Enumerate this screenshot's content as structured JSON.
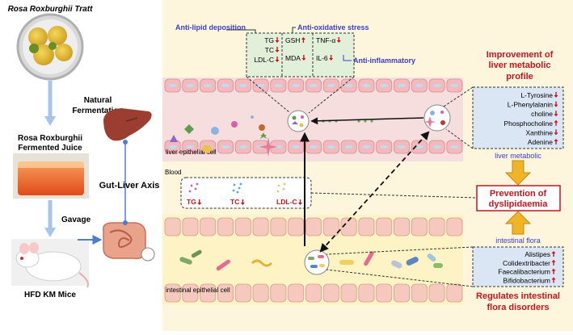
{
  "left": {
    "source_title": "Rosa Roxburghii Tratt",
    "process_1_line1": "Natural",
    "process_1_line2": "Fermentation",
    "juice_line1": "Rosa Roxburghii",
    "juice_line2": "Fermented Juice",
    "process_2": "Gavage",
    "mice_label": "HFD KM Mice",
    "axis_label": "Gut-Liver Axis"
  },
  "liver": {
    "tissue_label": "liver epithelial cell",
    "anti_lipid": "Anti-lipid deposition",
    "anti_oxidative": "Anti-oxidative stress",
    "anti_inflammatory": "Anti-inflammatory",
    "markers_lipid": [
      {
        "name": "TG",
        "dir": "down"
      },
      {
        "name": "TC",
        "dir": "down"
      },
      {
        "name": "LDL-C",
        "dir": "down"
      }
    ],
    "markers_oxidative": [
      {
        "name": "GSH",
        "dir": "up"
      },
      {
        "name": "MDA",
        "dir": "down"
      }
    ],
    "markers_inflammatory": [
      {
        "name": "TNF-α",
        "dir": "down"
      },
      {
        "name": "IL-6",
        "dir": "down"
      }
    ]
  },
  "metabolic": {
    "title_line1": "Improvement of",
    "title_line2": "liver metabolic",
    "title_line3": "profile",
    "items": [
      {
        "name": "L-Tyrosine",
        "dir": "down"
      },
      {
        "name": "L-Phenylalanin",
        "dir": "down"
      },
      {
        "name": "choline",
        "dir": "down"
      },
      {
        "name": "Phosphocholine",
        "dir": "up"
      },
      {
        "name": "Xanthine",
        "dir": "down"
      },
      {
        "name": "Adenine",
        "dir": "up"
      }
    ],
    "caption": "liver metabolic"
  },
  "blood": {
    "label": "Blood",
    "markers": [
      {
        "name": "TG",
        "dir": "down"
      },
      {
        "name": "TC",
        "dir": "down"
      },
      {
        "name": "LDL-C",
        "dir": "down"
      }
    ]
  },
  "center": {
    "line1": "Prevention of",
    "line2": "dyslipidaemia"
  },
  "flora": {
    "caption": "intestinal flora",
    "items": [
      {
        "name": "Alistipes",
        "dir": "up"
      },
      {
        "name": "Colidextribacter",
        "dir": "up"
      },
      {
        "name": "Faecalibacterium",
        "dir": "up"
      },
      {
        "name": "Bifidobacterium",
        "dir": "up"
      }
    ],
    "title_line1": "Regulates intestinal",
    "title_line2": "flora disorders"
  },
  "intestine": {
    "tissue_label": "intestinal epithelial cell"
  },
  "colors": {
    "panel": "#fdf6dc",
    "liver_tissue": "#f7dede",
    "gut_tissue": "#fdf3c4",
    "title_red": "#c8141e",
    "title_blue": "#3c3cd2",
    "arrow_up": "#d01010",
    "arrow_down": "#d01010",
    "connector_blue": "#4a7fd0",
    "gold": "#f0b428"
  }
}
